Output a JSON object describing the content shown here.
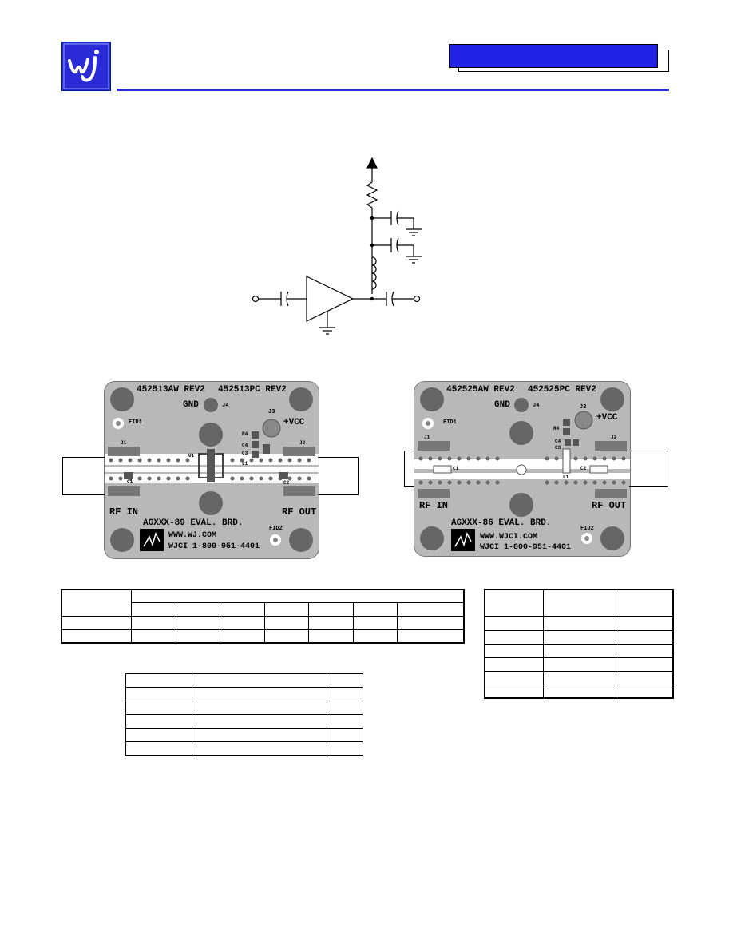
{
  "board_left": {
    "rev_aw": "452513AW REV2",
    "rev_pc": "452513PC REV2",
    "gnd": "GND",
    "j4": "J4",
    "j3": "J3",
    "vcc": "+VCC",
    "fid1": "FID1",
    "j1": "J1",
    "j2": "J2",
    "r4": "R4",
    "c4": "C4",
    "c3": "C3",
    "l1": "L1",
    "u1": "U1",
    "c1": "C1",
    "c2": "C2",
    "rf_in": "RF IN",
    "rf_out": "RF OUT",
    "eval": "AGXXX-89 EVAL. BRD.",
    "www": "WWW.WJ.COM",
    "phone": "WJCI 1-800-951-4401",
    "fid2": "FID2"
  },
  "board_right": {
    "rev_aw": "452525AW REV2",
    "rev_pc": "452525PC REV2",
    "gnd": "GND",
    "j4": "J4",
    "j3": "J3",
    "vcc": "+VCC",
    "fid1": "FID1",
    "j1": "J1",
    "j2": "J2",
    "r4": "R4",
    "c4": "C4",
    "c3": "C3",
    "l1": "L1",
    "c1": "C1",
    "c2": "C2",
    "rf_in": "RF IN",
    "rf_out": "RF OUT",
    "eval": "AGXXX-86 EVAL. BRD.",
    "www": "WWW.WJCI.COM",
    "phone": "WJCI 1-800-951-4401",
    "fid2": "FID2"
  },
  "colors": {
    "brand_blue": "#2323e6",
    "rule_blue": "#2a2ad6",
    "board_gray": "#b8b8b8"
  }
}
